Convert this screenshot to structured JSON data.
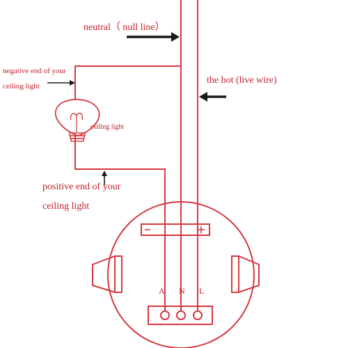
{
  "diagram": {
    "labels": {
      "neutral": "neutral（ null line）",
      "negative_line1": "negative end of your",
      "negative_line2": "ceiling light",
      "hot": "the hot (live wire)",
      "bulb": "ceiling light",
      "positive_line1": "positive end of your",
      "positive_line2": "ceiling light"
    },
    "terminals": {
      "a": "A",
      "n": "N",
      "l": "L"
    },
    "switch_marks": {
      "minus": "−",
      "plus": "+"
    },
    "colors": {
      "wire": "#d4383f",
      "text": "#c0212a",
      "arrow": "#1a1a1a",
      "background": "#ffffff"
    },
    "icons": [
      "light-bulb-icon",
      "wall-switch-box",
      "arrow-icon"
    ]
  }
}
